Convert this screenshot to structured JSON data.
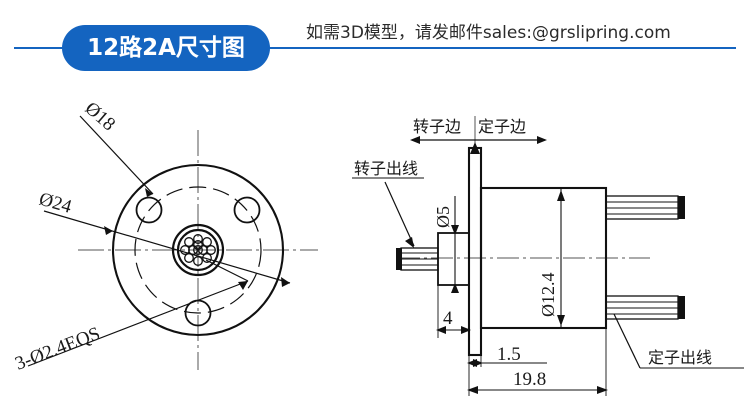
{
  "header": {
    "badge_label": "12路2A尺寸图",
    "contact_text": "如需3D模型，请发邮件sales:@grslipring.com",
    "accent_color": "#1464c0"
  },
  "drawing": {
    "title": "12路2A尺寸图",
    "front_view": {
      "name": "front-view",
      "labels": {
        "outer_diameter": "Ø24",
        "bolt_circle": "Ø18",
        "bolt_holes": "3-Ø2.4EQS"
      }
    },
    "side_view": {
      "name": "side-view",
      "labels": {
        "rotor_side": "转子边",
        "stator_side": "定子边",
        "rotor_lead": "转子出线",
        "stator_lead": "定子出线",
        "shaft_diameter": "Ø5",
        "body_diameter": "Ø12.4",
        "shaft_length": "4",
        "flange_thickness": "1.5",
        "overall_length": "19.8"
      }
    }
  }
}
